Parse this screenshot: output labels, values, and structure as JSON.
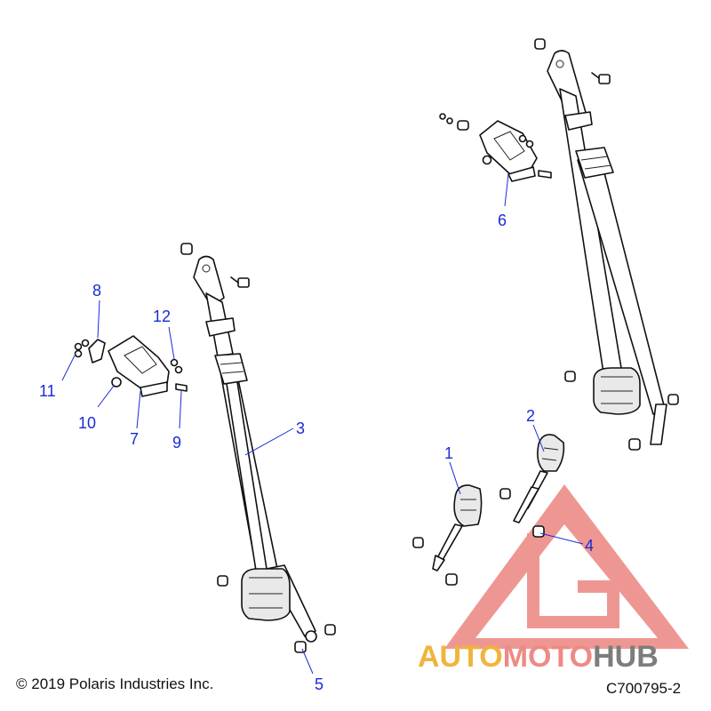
{
  "diagram": {
    "callouts": {
      "c1": "1",
      "c2": "2",
      "c3": "3",
      "c4": "4",
      "c5": "5",
      "c6": "6",
      "c7": "7",
      "c8": "8",
      "c9": "9",
      "c10": "10",
      "c11": "11",
      "c12": "12"
    },
    "callout_color": "#1a2bd6"
  },
  "footer": {
    "copyright": "© 2019 Polaris Industries Inc.",
    "drawing_number": "C700795-2"
  },
  "watermark": {
    "part1": "AUTO",
    "part2": "MOTO",
    "part3": "HUB",
    "colors": {
      "auto": "#f0b43c",
      "moto": "#ee8a84",
      "hub": "#7d7d7d",
      "logo": "#ec8580"
    }
  }
}
